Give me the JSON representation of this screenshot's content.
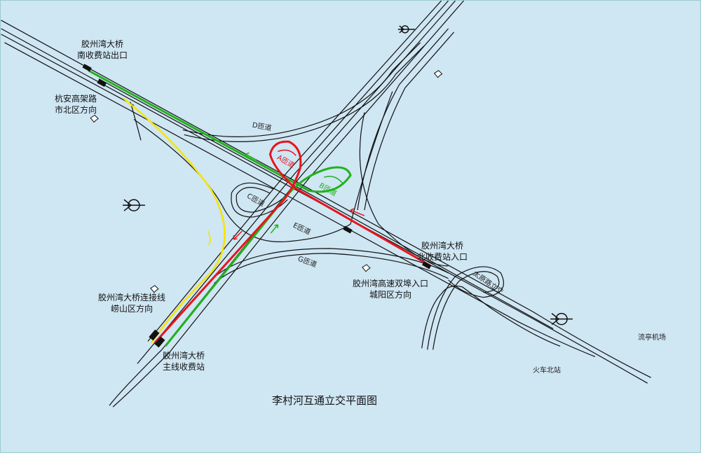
{
  "title": "李村河互通立交平面图",
  "labels": {
    "south_toll_exit": [
      "胶州湾大桥",
      "南收费站出口"
    ],
    "hangan": [
      "杭安高架路",
      "市北区方向"
    ],
    "north_toll_entry": [
      "胶州湾大桥",
      "北收费站入口"
    ],
    "shuangbu": [
      "胶州湾高速双埠入口",
      "城阳区方向"
    ],
    "connector": [
      "胶州湾大桥连接线",
      "崂山区方向"
    ],
    "main_toll": [
      "胶州湾大桥",
      "主线收费站"
    ],
    "taiyuan": "太原路立交",
    "airport": "流亭机场",
    "train_north": "火车北站"
  },
  "ramps": {
    "a": "A匝道",
    "b": "B匝道",
    "c": "C匝道",
    "d": "D匝道",
    "e": "E匝道",
    "g": "G匝道"
  },
  "colors": {
    "background": "#cfe6f3",
    "road": "#111111",
    "red_route": "#e8141b",
    "green_route": "#22b11c",
    "yellow_route": "#f5e400"
  }
}
